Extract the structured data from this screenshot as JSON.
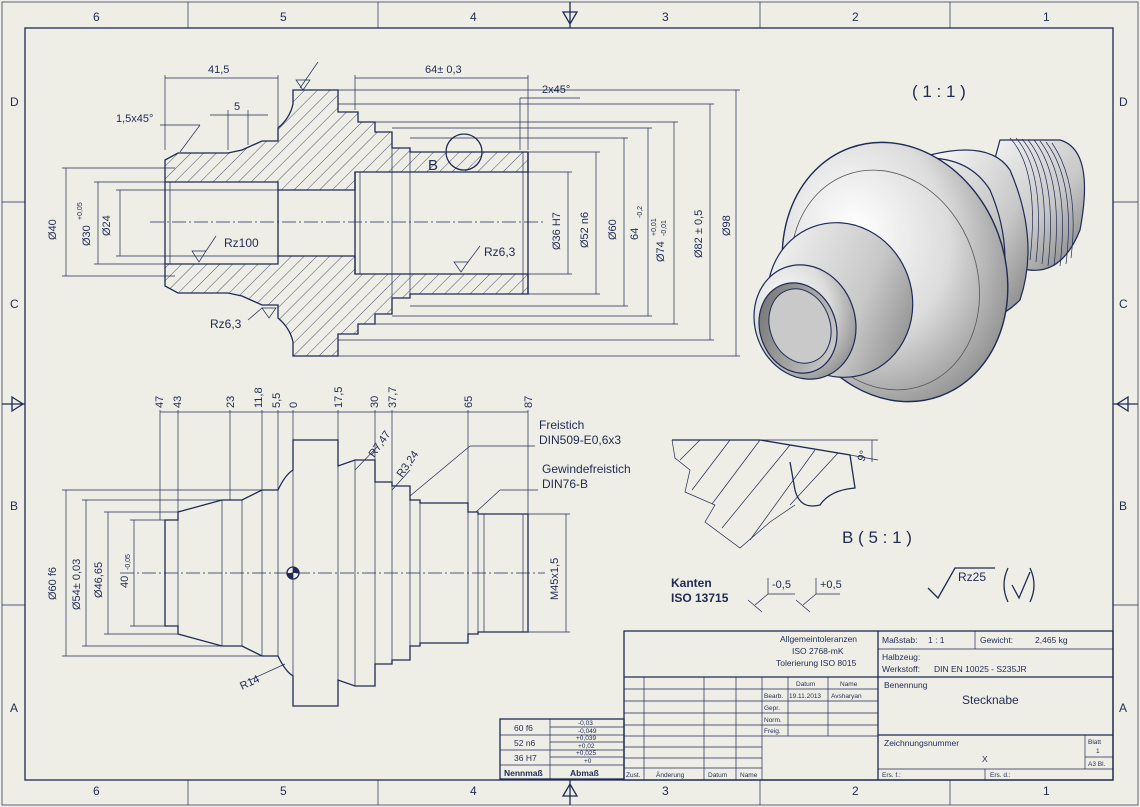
{
  "frame": {
    "columns": [
      "6",
      "5",
      "4",
      "3",
      "2",
      "1"
    ],
    "rows": [
      "D",
      "C",
      "B",
      "A"
    ]
  },
  "scale_label": "( 1 : 1 )",
  "detail_label": "B ( 5 : 1 )",
  "section_view": {
    "dims": {
      "d41_5": "41,5",
      "d64": "64± 0,3",
      "d5": "5",
      "chamfer1": "1,5x45°",
      "chamfer2": "2x45°",
      "dia40": "Ø40",
      "dia30": "Ø30",
      "dia30_tol": "+0,05",
      "dia24": "Ø24",
      "dia36": "Ø36 H7",
      "dia52": "Ø52 n6",
      "dia60": "Ø60",
      "d64b": "64",
      "d64b_tol": "-0,2",
      "dia74": "Ø74",
      "dia74_tol_up": "+0,01",
      "dia74_tol_lo": "-0,01",
      "dia82": "Ø82  ± 0,5",
      "dia98": "Ø98"
    },
    "surface_marks": [
      "Rz100",
      "Rz6,3",
      "Rz6,3"
    ],
    "detail_ref": "B"
  },
  "front_view": {
    "ordinates": [
      "47",
      "43",
      "23",
      "11,8",
      "5,5",
      "0",
      "17,5",
      "30",
      "37,7",
      "65",
      "87"
    ],
    "radii": [
      "R7,47",
      "R3,24",
      "R14"
    ],
    "dims": {
      "dia60f6": "Ø60 f6",
      "dia54": "Ø54± 0,03",
      "dia46": "Ø46,65",
      "d40": "40",
      "d40_tol": "-0,05",
      "m45": "M45x1,5"
    },
    "notes": [
      {
        "line1": "Freistich",
        "line2": "DIN509-E0,6x3"
      },
      {
        "line1": "Gewindefreistich",
        "line2": "DIN76-B"
      }
    ]
  },
  "detail_view": {
    "angle": "9°"
  },
  "edges": {
    "title_line1": "Kanten",
    "title_line2": "ISO 13715",
    "mark1": "-0,5",
    "mark2": "+0,5"
  },
  "roughness": {
    "value": "Rz25"
  },
  "fits_table": {
    "headers": [
      "Nennmaß",
      "Abmaß"
    ],
    "rows": [
      {
        "fit": "60 f6",
        "upper": "-0,03",
        "lower": "-0,049"
      },
      {
        "fit": "52 n6",
        "upper": "+0,039",
        "lower": "+0,02"
      },
      {
        "fit": "36 H7",
        "upper": "+0,025",
        "lower": "+0"
      }
    ]
  },
  "title_block": {
    "tolerances": [
      "Allgemeintoleranzen",
      "ISO 2768-mK",
      "Tolerierung ISO 8015"
    ],
    "scale_label": "Maßstab:",
    "scale_value": "1 : 1",
    "weight_label": "Gewicht:",
    "weight_value": "2,465 kg",
    "halbzeug_label": "Halbzeug:",
    "werkstoff_label": "Werkstoff:",
    "werkstoff_value": "DIN EN 10025 - S235JR",
    "col_datum": "Datum",
    "col_name": "Name",
    "bearb": "Bearb.",
    "bearb_date": "19.11.2013",
    "bearb_name": "Avsharyan",
    "gepr": "Gepr.",
    "norm": "Norm.",
    "freig": "Freig.",
    "benennung_label": "Benennung",
    "benennung_value": "Stecknabe",
    "zeichnungsnummer_label": "Zeichnungsnummer",
    "zeichnungsnummer_value": "X",
    "blatt_label": "Blatt",
    "blatt_value": "1",
    "format": "A3 Bl.",
    "ers_fuer": "Ers. f.:",
    "ers_durch": "Ers. d.:",
    "rev_zust": "Zust.",
    "rev_aenderung": "Änderung",
    "rev_datum": "Datum",
    "rev_name": "Name"
  }
}
